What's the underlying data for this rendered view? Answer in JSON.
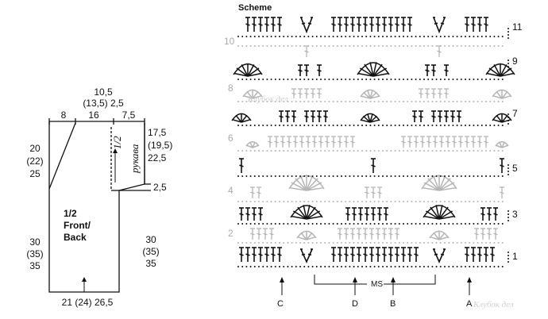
{
  "scheme_title": "Scheme",
  "pattern": {
    "piece_label": [
      "1/2",
      "Front/",
      "Back"
    ],
    "top_total": [
      "10,5",
      "(13,5) 2,5"
    ],
    "top_segments": [
      "8",
      "16",
      "7,5"
    ],
    "upper_left": [
      "20",
      "(22)",
      "25"
    ],
    "sleeve_label": [
      "1/2",
      "рукава"
    ],
    "upper_right": [
      "17,5",
      "(19,5)",
      "22,5"
    ],
    "notch": "2,5",
    "lower_left": [
      "30",
      "(35)",
      "35"
    ],
    "lower_right": [
      "30",
      "(35)",
      "35"
    ],
    "bottom": "21 (24) 26,5"
  },
  "chart": {
    "rows_right": [
      "11",
      "9",
      "7",
      "5",
      "3",
      "1"
    ],
    "rows_left": [
      "10",
      "8",
      "6",
      "4",
      "2"
    ],
    "markers": [
      "C",
      "D",
      "B",
      "A"
    ],
    "repeat_label": "MS",
    "watermark": "Клубок дел"
  }
}
